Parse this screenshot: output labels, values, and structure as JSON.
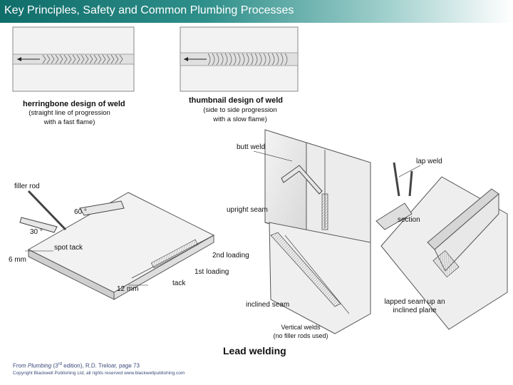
{
  "header": {
    "title": "Key Principles, Safety and Common Plumbing Processes"
  },
  "weld_designs": {
    "herringbone": {
      "title": "herringbone design of weld",
      "line1": "(straight line of progression",
      "line2": "with a fast flame)"
    },
    "thumbnail": {
      "title": "thumbnail design of weld",
      "line1": "(side to side progression",
      "line2": "with a slow flame)"
    }
  },
  "labels": {
    "butt_weld": "butt weld",
    "lap_weld": "lap weld",
    "filler_rod": "filler rod",
    "angle_60": "60 °",
    "angle_30": "30 °",
    "upright_seam": "upright seam",
    "section": "section",
    "spot_tack": "spot tack",
    "gap_6mm": "6 mm",
    "second_loading": "2nd loading",
    "first_loading": "1st loading",
    "tack": "tack",
    "gap_12mm": "12 mm",
    "inclined_seam": "inclined seam",
    "lapped_seam_1": "lapped seam up an",
    "lapped_seam_2": "inclined plane",
    "vertical_welds_1": "Vertical welds",
    "vertical_welds_2": "(no filler rods used)"
  },
  "caption": {
    "main": "Lead welding"
  },
  "source": {
    "prefix": "From ",
    "book": "Plumbing",
    "edition_pre": " (3",
    "edition_sup": "rd",
    "edition_post": " edition), R.D. Treloar, page 73",
    "copyright": "Copyright Blackwell Publishing Ltd, all rights reserved  www.blackwellpublishing.com"
  }
}
